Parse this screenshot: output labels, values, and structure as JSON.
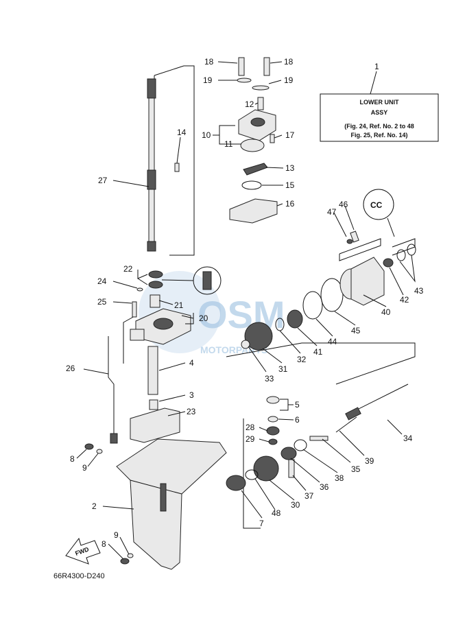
{
  "title_box": {
    "line1": "LOWER UNIT",
    "line2": "ASSY",
    "line3": "(Fig. 24, Ref. No. 2 to 48",
    "line4": "Fig. 25, Ref. No. 14)"
  },
  "drawing_code": "66R4300-D240",
  "fwd_label": "FWD",
  "watermark": {
    "brand": "OSM",
    "sub": "MOTORPARTS"
  },
  "seal_label": "CC",
  "callouts": [
    "1",
    "2",
    "3",
    "4",
    "5",
    "6",
    "7",
    "8",
    "8",
    "9",
    "9",
    "10",
    "11",
    "12",
    "13",
    "14",
    "15",
    "16",
    "17",
    "18",
    "18",
    "19",
    "19",
    "20",
    "21",
    "22",
    "23",
    "24",
    "25",
    "26",
    "27",
    "28",
    "29",
    "30",
    "31",
    "32",
    "33",
    "34",
    "35",
    "36",
    "37",
    "38",
    "39",
    "40",
    "41",
    "42",
    "43",
    "44",
    "45",
    "46",
    "47",
    "48"
  ]
}
